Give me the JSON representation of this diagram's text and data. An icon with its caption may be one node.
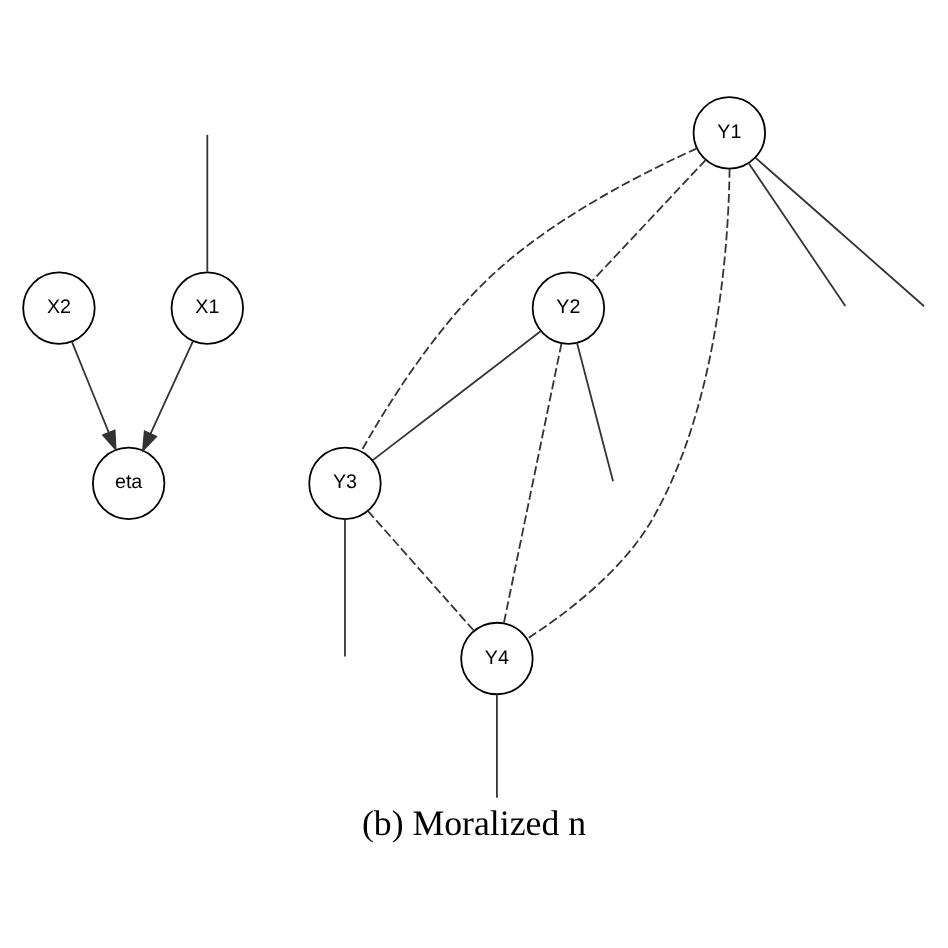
{
  "diagram": {
    "caption": "(b) Moralized n",
    "nodes": [
      {
        "text": [
          "X1"
        ]
      },
      {
        "text": [
          "eta"
        ]
      },
      {
        "text": [
          "X2"
        ]
      },
      {
        "text": [
          "Y1"
        ]
      },
      {
        "text": [
          "Y2"
        ]
      },
      {
        "text": [
          "Y3"
        ]
      },
      {
        "text": [
          "Y4"
        ]
      }
    ],
    "edges": [
      {
        "from": null,
        "to": 0,
        "arrow": "none"
      },
      {
        "from": 0,
        "to": 1,
        "arrow": "to"
      },
      {
        "from": 2,
        "to": 1,
        "arrow": "to"
      },
      {
        "from": 3,
        "to": null,
        "arrow": "none"
      },
      {
        "from": 3,
        "to": null,
        "arrow": "none"
      },
      {
        "from": 3,
        "to": 4,
        "arrow": "none",
        "style": "dashed"
      },
      {
        "from": 3,
        "to": 5,
        "arrow": "none",
        "style": "dashed"
      },
      {
        "from": 3,
        "to": 6,
        "arrow": "none",
        "style": "dashed"
      },
      {
        "from": 4,
        "to": 5,
        "arrow": "none"
      },
      {
        "from": 4,
        "to": null,
        "arrow": "none"
      },
      {
        "from": 4,
        "to": 6,
        "arrow": "none",
        "style": "dashed"
      },
      {
        "from": 5,
        "to": null,
        "arrow": "none"
      },
      {
        "from": 5,
        "to": 6,
        "arrow": "none",
        "style": "dashed"
      },
      {
        "from": 6,
        "to": null,
        "arrow": "none"
      }
    ]
  }
}
